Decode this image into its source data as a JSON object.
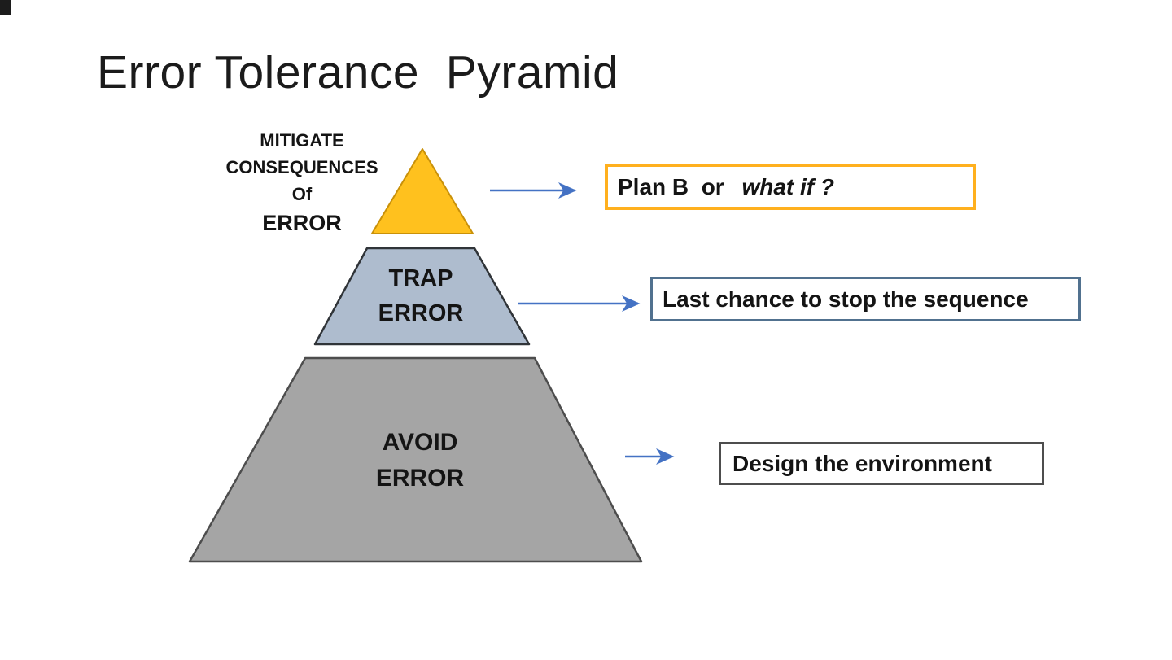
{
  "title": "Error Tolerance  Pyramid",
  "pyramid": {
    "mitigate_label": {
      "line1": "MITIGATE",
      "line2": "CONSEQUENCES",
      "line3": "Of",
      "line4": "ERROR"
    },
    "trap": {
      "line1": "TRAP",
      "line2": "ERROR"
    },
    "avoid": {
      "line1": "AVOID",
      "line2": "ERROR"
    }
  },
  "callouts": {
    "plan_b": {
      "text": "Plan B  or ",
      "italic": "what if ?"
    },
    "trap": {
      "text": "Last chance to stop the sequence"
    },
    "avoid": {
      "text": "Design the environment"
    }
  },
  "colors": {
    "triangle_fill": "#ffc11e",
    "triangle_stroke": "#c99109",
    "trap_fill": "#aebcce",
    "trap_stroke": "#303438",
    "avoid_fill": "#a5a5a5",
    "avoid_stroke": "#4d4d4d",
    "arrow": "#4472c4",
    "plan_b_border": "#ffb01e",
    "trap_border": "#51718f",
    "avoid_border": "#4d4d4d"
  }
}
